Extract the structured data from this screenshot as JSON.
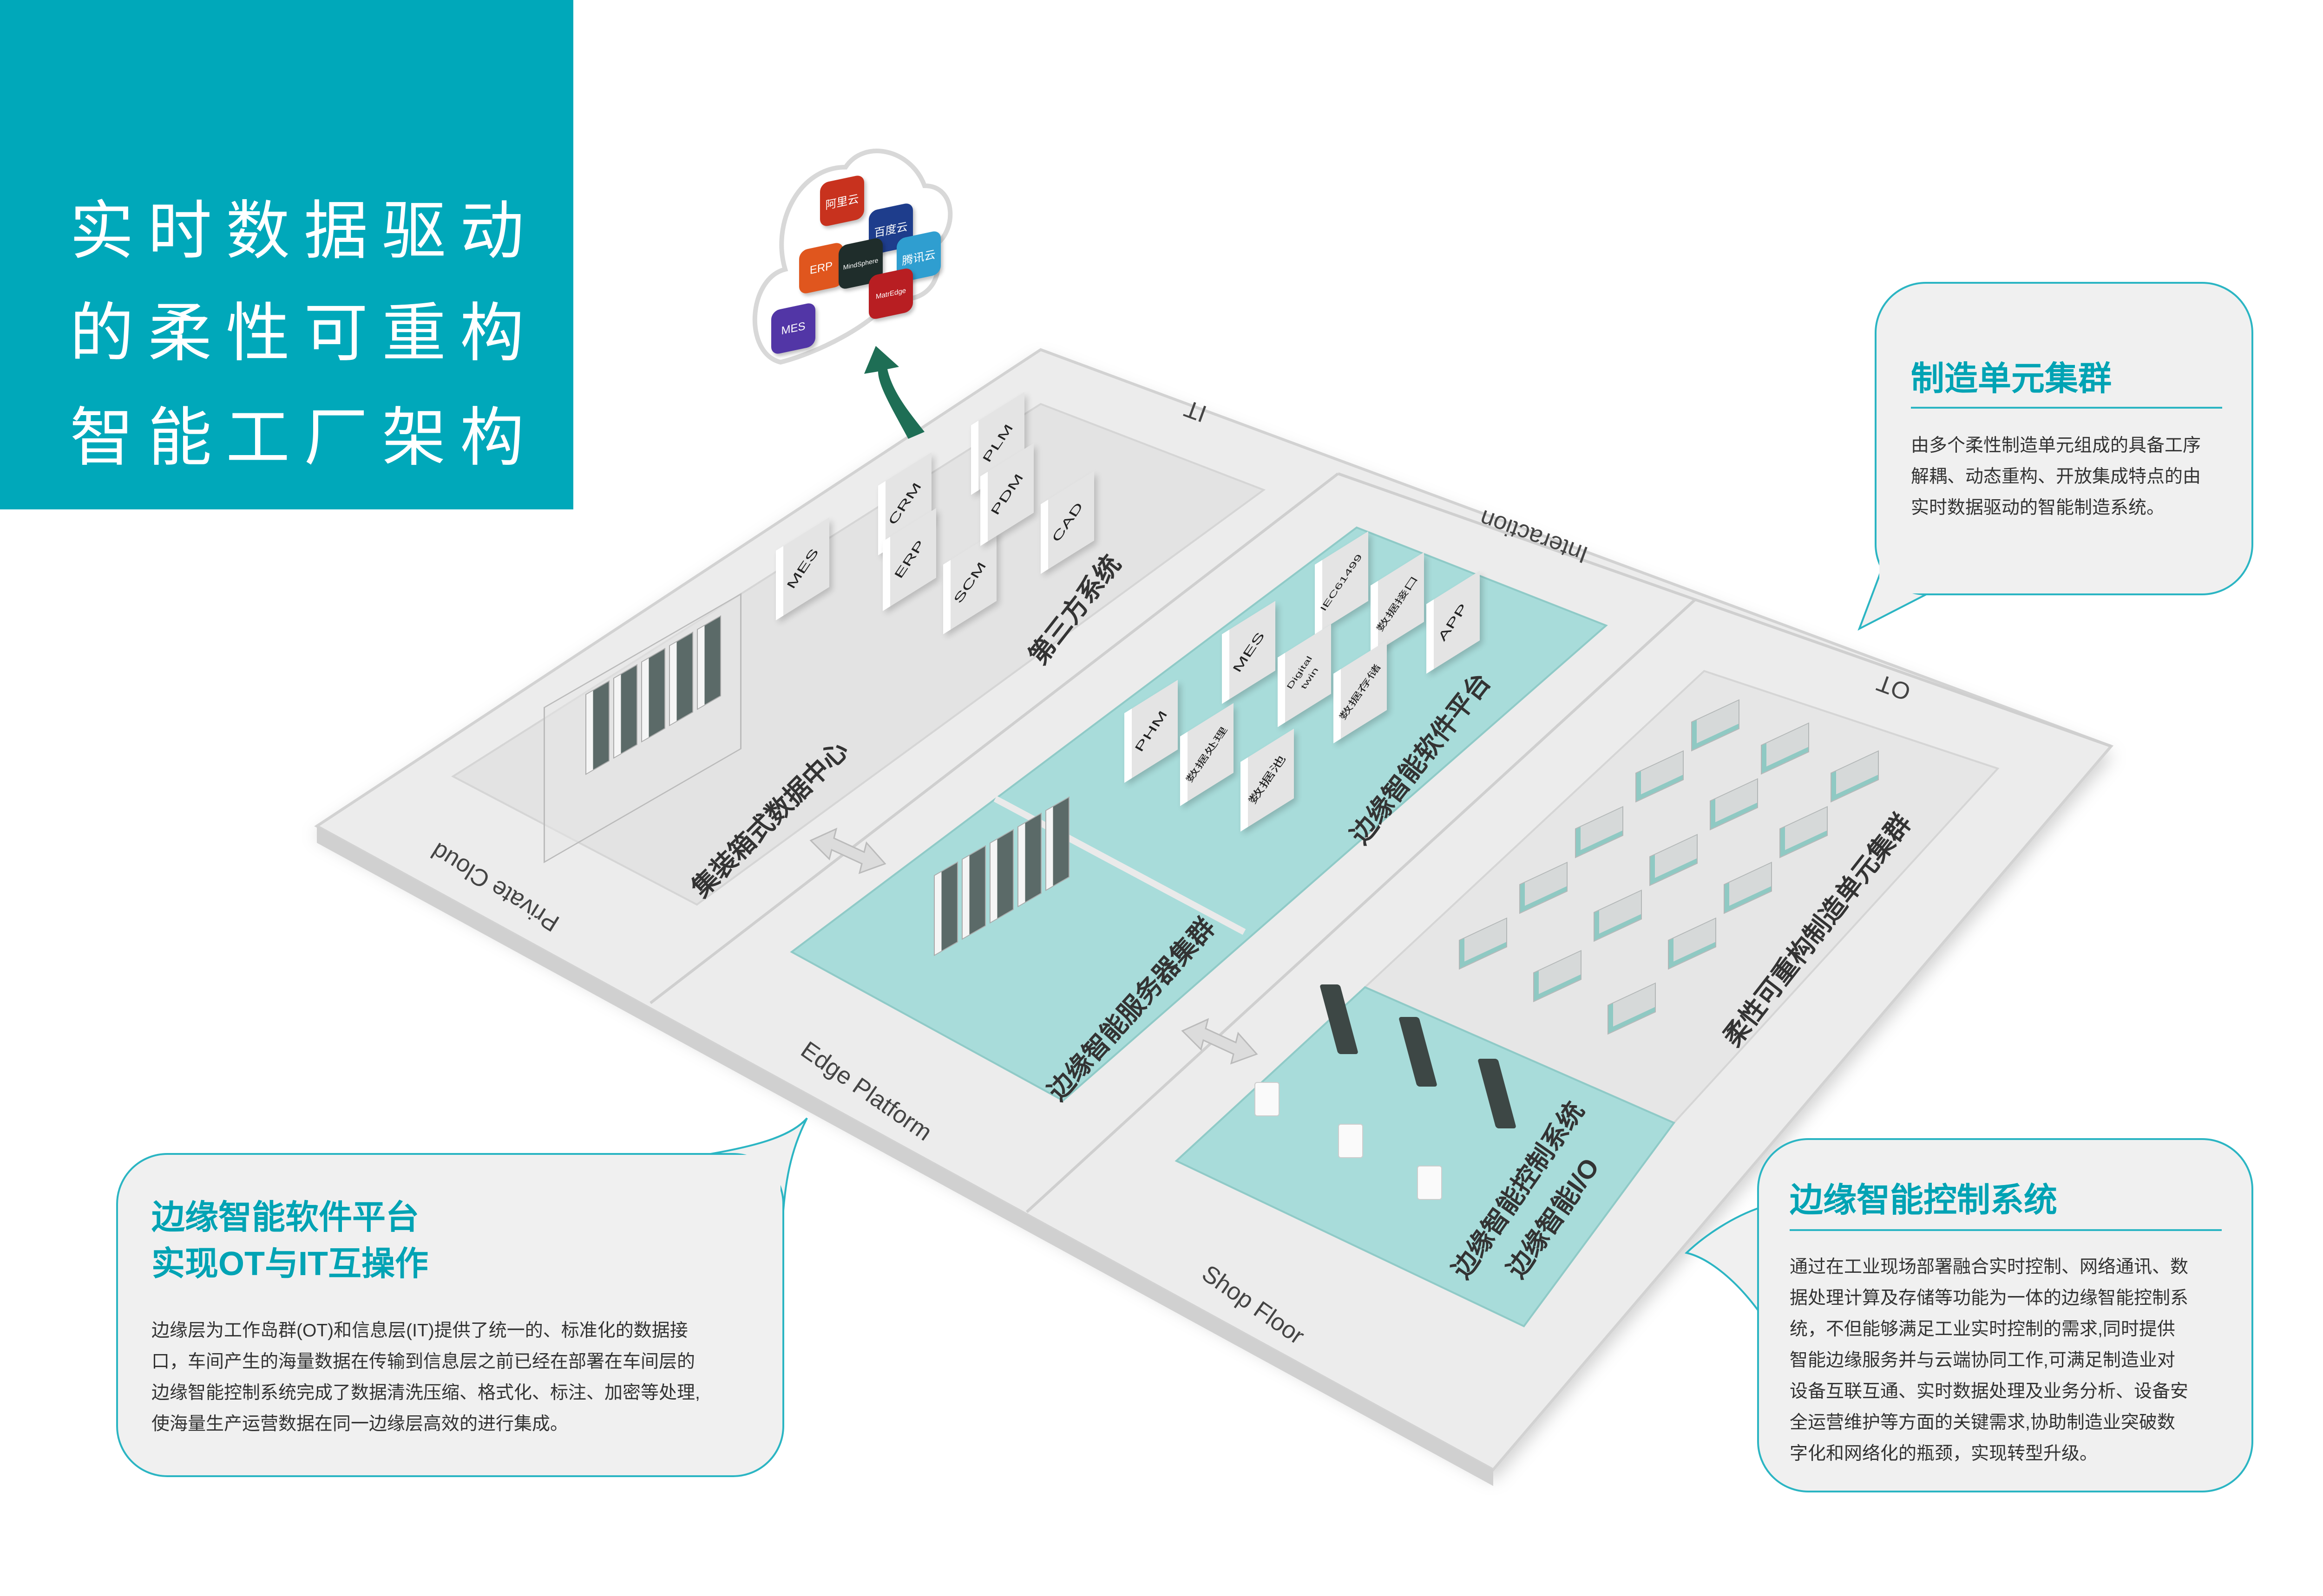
{
  "title": {
    "lines": [
      "实时数据驱动",
      "的柔性可重构",
      "智能工厂架构"
    ]
  },
  "cloud": {
    "tiles": [
      {
        "label": "阿里云",
        "color": "#C8321E"
      },
      {
        "label": "百度云",
        "color": "#1E3D8C"
      },
      {
        "label": "ERP",
        "color": "#E0561E"
      },
      {
        "label": "MindSphere",
        "color": "#1F2D2B"
      },
      {
        "label": "腾讯云",
        "color": "#2F9ED0"
      },
      {
        "label": "MatrEdge",
        "color": "#B81E22"
      },
      {
        "label": "MES",
        "color": "#5236A6"
      }
    ]
  },
  "layers": {
    "it": "IT",
    "interaction": "Interaction",
    "ot": "OT",
    "private_cloud": "Private Cloud",
    "edge_platform": "Edge Platform",
    "shop_floor": "Shop Floor"
  },
  "zones": {
    "third_party": "第三方系统",
    "data_center": "集装箱式数据中心",
    "software_platform": "边缘智能软件平台",
    "server_cluster": "边缘智能服务器集群",
    "manufacturing_cells": "柔性可重构制造单元集群",
    "control_system": "边缘智能控制系统",
    "edge_io": "边缘智能I/O"
  },
  "it_tiles": [
    "MES",
    "CRM",
    "ERP",
    "SCM",
    "PLM",
    "PDM",
    "CAD"
  ],
  "platform_tiles": [
    "IEC61499",
    "数据接口",
    "APP",
    "MES",
    "Digital twin",
    "数据存储",
    "PHM",
    "数据处理",
    "数据池"
  ],
  "callouts": {
    "cluster": {
      "title": "制造单元集群",
      "body": [
        "由多个柔性制造单元组成的具备工序",
        "解耦、动态重构、开放集成特点的由",
        "实时数据驱动的智能制造系统。"
      ]
    },
    "software": {
      "title_lines": [
        "边缘智能软件平台",
        "实现OT与IT互操作"
      ],
      "body": [
        "边缘层为工作岛群(OT)和信息层(IT)提供了统一的、标准化的数据接",
        "口，车间产生的海量数据在传输到信息层之前已经在部署在车间层的",
        "边缘智能控制系统完成了数据清洗压缩、格式化、标注、加密等处理,",
        "使海量生产运营数据在同一边缘层高效的进行集成。"
      ]
    },
    "control": {
      "title": "边缘智能控制系统",
      "body": [
        "通过在工业现场部署融合实时控制、网络通讯、数",
        "据处理计算及存储等功能为一体的边缘智能控制系",
        "统，不但能够满足工业实时控制的需求,同时提供",
        "智能边缘服务并与云端协同工作,可满足制造业对",
        "设备互联互通、实时数据处理及业务分析、设备安",
        "全运营维护等方面的关键需求,协助制造业突破数",
        "字化和网络化的瓶颈，实现转型升级。"
      ]
    }
  },
  "colors": {
    "accent": "#00A8BA",
    "teal_panel": "#A8DCDA",
    "arrow_green": "#1E6E55"
  }
}
